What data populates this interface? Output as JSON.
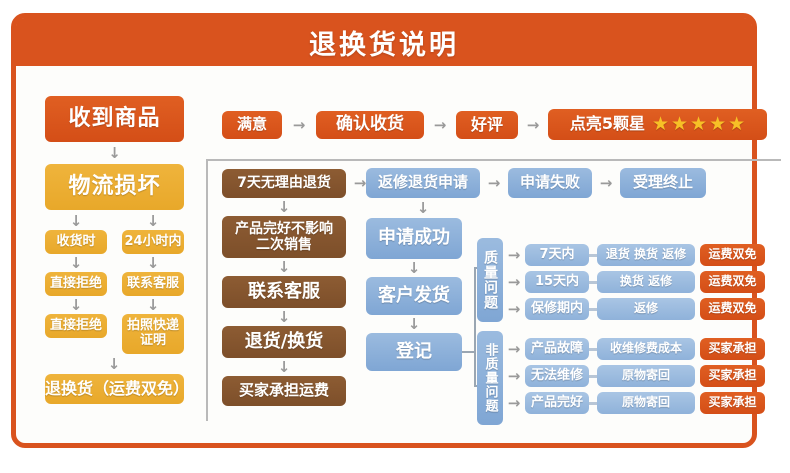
{
  "header": {
    "title": "退换货说明"
  },
  "flow": {
    "left_column": {
      "receive": "收到商品",
      "damage": "物流损坏",
      "branch_a": {
        "step1": "收货时",
        "step2": "直接拒绝",
        "step3": "直接拒绝"
      },
      "branch_b": {
        "step1": "24小时内",
        "step2": "联系客服",
        "step3": "拍照快递证明"
      },
      "result": "退换货（运费双免）"
    },
    "top_row": {
      "satisfied": "满意",
      "confirm": "确认收货",
      "praise": "好评",
      "five_star": "点亮5颗星",
      "star_glyph": "★",
      "star_count": 5
    },
    "return_column": {
      "no_reason": "7天无理由退货",
      "intact": "产品完好不影响\n二次销售",
      "intact_line1": "产品完好不影响",
      "intact_line2": "二次销售",
      "contact": "联系客服",
      "return_exchange": "退货/换货",
      "buyer_freight": "买家承担运费"
    },
    "apply_column": {
      "apply": "返修退货申请",
      "success": "申请成功",
      "ship": "客户发货",
      "register": "登记",
      "failed": "申请失败",
      "terminated": "受理终止"
    },
    "quality": {
      "label": "质量问题",
      "rows": [
        {
          "period": "7天内",
          "action": "退货 换货 返修",
          "cost": "运费双免"
        },
        {
          "period": "15天内",
          "action": "换货 返修",
          "cost": "运费双免"
        },
        {
          "period": "保修期内",
          "action": "返修",
          "cost": "运费双免"
        }
      ]
    },
    "non_quality": {
      "label": "非质量问题",
      "rows": [
        {
          "condition": "产品故障",
          "action": "收维修费成本",
          "cost": "买家承担"
        },
        {
          "condition": "无法维修",
          "action": "原物寄回",
          "cost": "买家承担"
        },
        {
          "condition": "产品完好",
          "action": "原物寄回",
          "cost": "买家承担"
        }
      ]
    },
    "arrow_down": "↓",
    "arrow_right": "→"
  },
  "colors": {
    "orange": "#d9531e",
    "gold": "#eeb030",
    "brown": "#825330",
    "blue": "#8fb2da",
    "star": "#f7c026",
    "gray_border": "#b9b9b9"
  }
}
